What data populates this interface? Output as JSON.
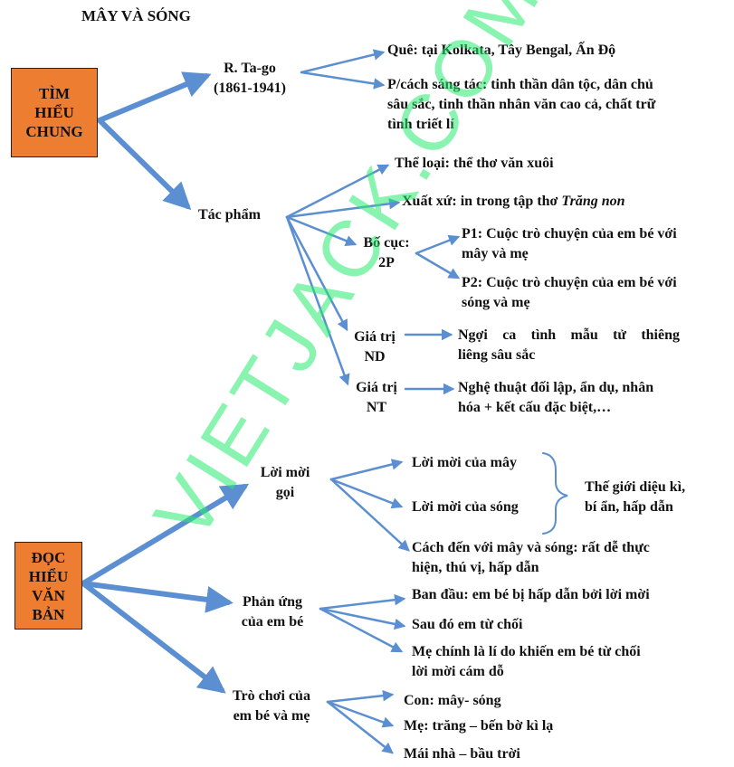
{
  "title": "MÂY VÀ SÓNG",
  "watermark": "VIETJACK.COM",
  "colors": {
    "box": "#ed7d31",
    "arrow": "#5b8fd1",
    "watermark": "#28eb6e"
  },
  "section1": {
    "box": [
      "TÌM",
      "HIỂU",
      "CHUNG"
    ],
    "author": {
      "name": "R. Ta-go",
      "years": "(1861-1941)"
    },
    "hometown": "Quê: tại Kolkata, Tây Bengal, Ấn Độ",
    "style": [
      "P/cách sáng tác: tinh thần dân tộc, dân chủ",
      "sâu sắc, tinh thần nhân văn cao cả, chất trữ",
      "tình triết lí"
    ],
    "work": "Tác phẩm",
    "genre": "Thể loại: thể thơ văn xuôi",
    "origin_prefix": "Xuất xứ: in trong tập thơ ",
    "origin_book": "Trăng non",
    "layout": {
      "label": [
        "Bố cục:",
        "2P"
      ],
      "p1": [
        "P1: Cuộc trò chuyện của em bé với",
        "mây và mẹ"
      ],
      "p2": [
        "P2: Cuộc trò chuyện của em bé với",
        "sóng và mẹ"
      ]
    },
    "content_value": {
      "label": [
        "Giá trị",
        "ND"
      ],
      "text": [
        "Ngợi ca tình mẫu tử thiêng",
        "liêng sâu sắc"
      ]
    },
    "art_value": {
      "label": [
        "Giá trị",
        "NT"
      ],
      "text": [
        "Nghệ thuật đối lập, ẩn dụ, nhân",
        "hóa + kết cấu đặc biệt,…"
      ]
    }
  },
  "section2": {
    "box": [
      "ĐỌC",
      "HIỂU",
      "VĂN",
      "BẢN"
    ],
    "invitation": {
      "label": [
        "Lời mời",
        "gọi"
      ],
      "cloud": "Lời mời của mây",
      "wave": "Lời mời của sóng",
      "world": [
        "Thế giới diệu kì,",
        "bí ẩn, hấp dẫn"
      ],
      "way": [
        "Cách đến với mây và sóng: rất dễ thực",
        "hiện, thú vị, hấp dẫn"
      ]
    },
    "reaction": {
      "label": [
        "Phản ứng",
        "của em bé"
      ],
      "first": "Ban đầu: em bé bị hấp dẫn bởi lời mời",
      "then": "Sau đó em từ chối",
      "reason": [
        "Mẹ chính là lí do khiến em bé từ chối",
        "lời mời cám dỗ"
      ]
    },
    "game": {
      "label": [
        "Trò chơi của",
        "em bé và mẹ"
      ],
      "child": "Con: mây- sóng",
      "mother": "Mẹ: trăng – bến bờ kì lạ",
      "roof": "Mái nhà – bầu trời"
    }
  }
}
